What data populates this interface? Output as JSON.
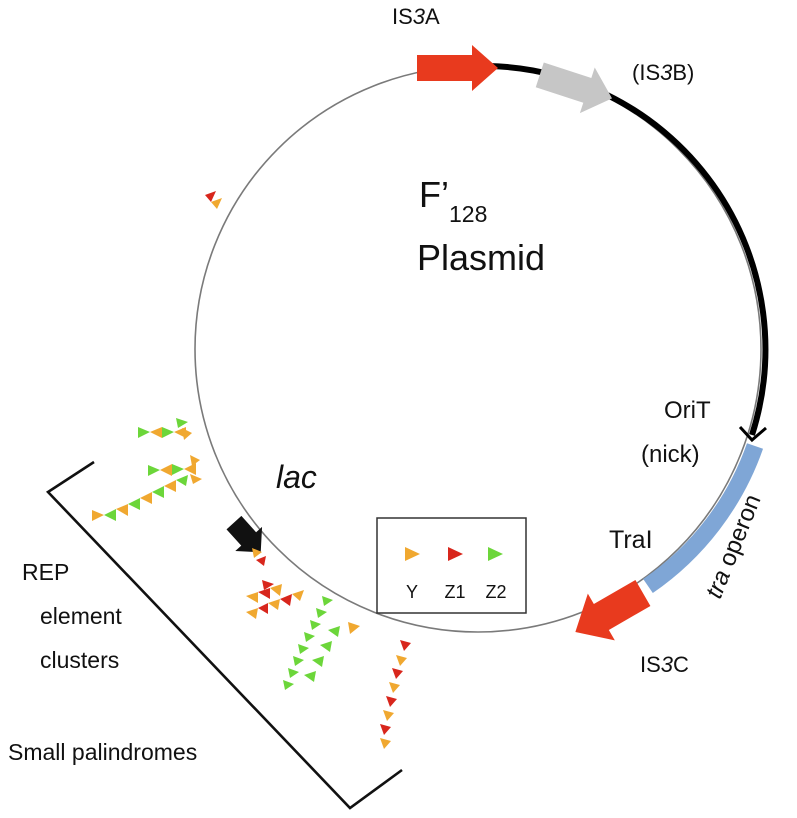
{
  "plasmid": {
    "name_prefix": "F’",
    "name_subscript": "128",
    "name_line2": "Plasmid"
  },
  "elements": {
    "is3a_pre": "IS",
    "is3a_num": "3",
    "is3a_post": "A",
    "is3b_pre": "(IS",
    "is3b_num": "3",
    "is3b_post": "B)",
    "is3c_pre": "IS",
    "is3c_num": "3",
    "is3c_post": "C",
    "orit": "OriT",
    "nick": "(nick)",
    "trai": "TraI",
    "tra_italic": "tra",
    "tra_rest": " operon",
    "lac": "lac"
  },
  "left_labels": {
    "rep_line1": "REP",
    "rep_line2": "element",
    "rep_line3": "clusters",
    "small_palindromes": "Small palindromes"
  },
  "legend": {
    "items": [
      {
        "label": "Y",
        "color": "#f0a830"
      },
      {
        "label": "Z1",
        "color": "#d8261c"
      },
      {
        "label": "Z2",
        "color": "#6cd63a"
      }
    ]
  },
  "colors": {
    "is3": "#e83a1e",
    "is3b": "#c8c8c8",
    "tra": "#7fa6d6",
    "backbone": "#000000",
    "circle": "#888888"
  }
}
